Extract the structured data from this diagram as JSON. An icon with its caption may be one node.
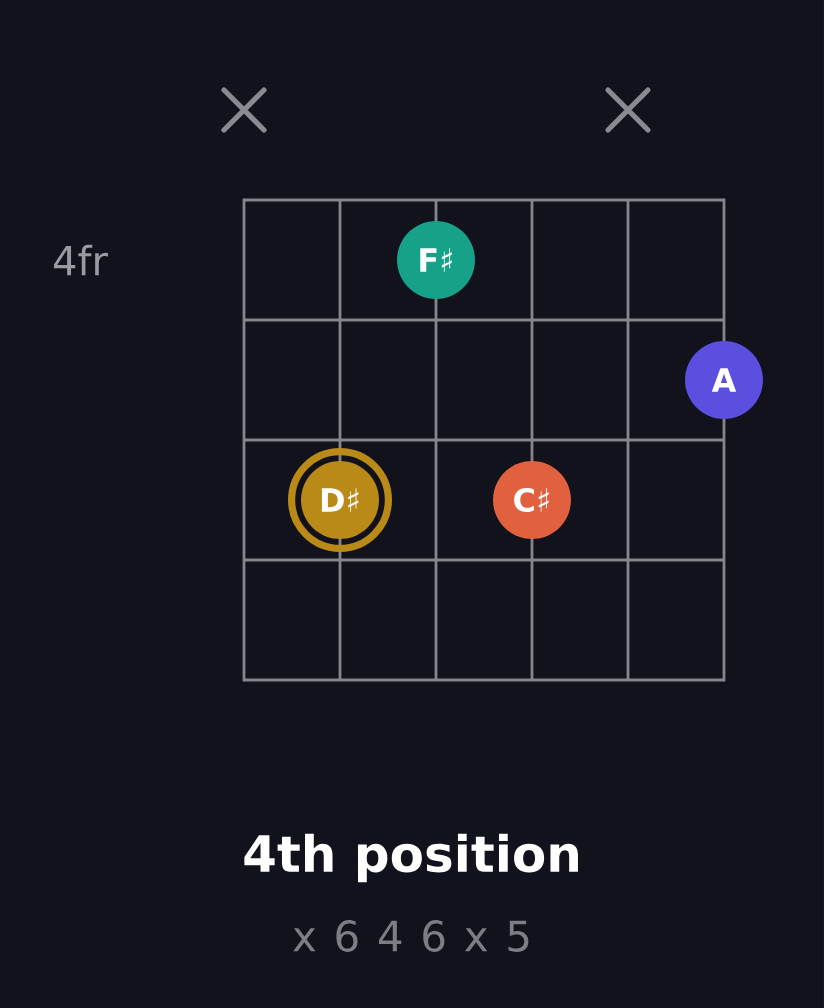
{
  "diagram": {
    "title": "4th position",
    "caption": "x 6 4 6 x 5",
    "nodes": [
      {
        "text": [
          "F♯"
        ]
      },
      {
        "text": [
          "A"
        ]
      },
      {
        "text": [
          "D♯"
        ]
      },
      {
        "text": [
          "C♯"
        ]
      }
    ],
    "labels": [
      "4fr"
    ]
  }
}
